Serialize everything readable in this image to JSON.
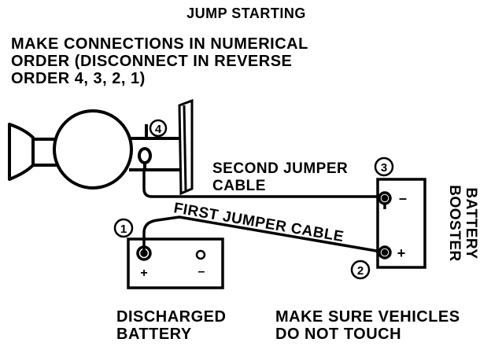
{
  "title": "JUMP STARTING",
  "instructions": {
    "line1": "MAKE CONNECTIONS IN NUMERICAL",
    "line2": "ORDER (DISCONNECT IN REVERSE",
    "line3": "ORDER 4, 3, 2, 1)"
  },
  "labels": {
    "second_cable_line1": "SECOND JUMPER",
    "second_cable_line2": "CABLE",
    "first_cable": "FIRST JUMPER CABLE",
    "booster_line1": "BOOSTER",
    "booster_line2": "BATTERY",
    "discharged_line1": "DISCHARGED",
    "discharged_line2": "BATTERY",
    "warning_line1": "MAKE SURE VEHICLES",
    "warning_line2": "DO NOT TOUCH"
  },
  "steps": [
    "1",
    "2",
    "3",
    "4"
  ],
  "terminals": {
    "plus": "+",
    "minus": "–"
  }
}
